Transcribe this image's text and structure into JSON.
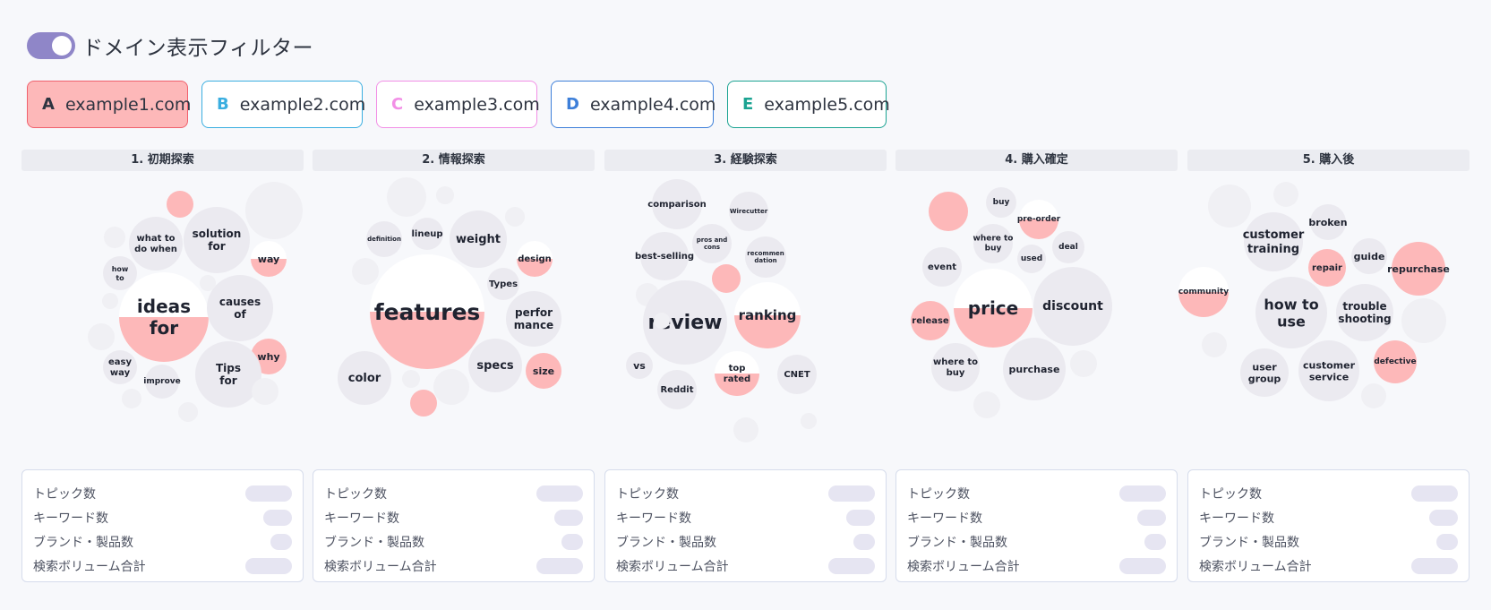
{
  "header": {
    "title": "ドメイン表示フィルター",
    "toggle_on": true
  },
  "domains": [
    {
      "letter": "A",
      "name": "example1.com",
      "color": "#f0616d",
      "bg": "#fdb8b9",
      "selected": true
    },
    {
      "letter": "B",
      "name": "example2.com",
      "color": "#3aaee0",
      "bg": "#ffffff",
      "selected": false
    },
    {
      "letter": "C",
      "name": "example3.com",
      "color": "#f28fe6",
      "bg": "#ffffff",
      "selected": false
    },
    {
      "letter": "D",
      "name": "example4.com",
      "color": "#3d7fd9",
      "bg": "#ffffff",
      "selected": false
    },
    {
      "letter": "E",
      "name": "example5.com",
      "color": "#1ba392",
      "bg": "#ffffff",
      "selected": false
    }
  ],
  "stages": [
    {
      "title": "1. 初期探索",
      "topics": [
        "what to do when",
        "solution for",
        "way",
        "how to",
        "ideas for",
        "causes of",
        "why",
        "easy way",
        "improve",
        "Tips for"
      ],
      "stats": [
        {
          "label": "トピック数"
        },
        {
          "label": "キーワード数"
        },
        {
          "label": "ブランド・製品数"
        },
        {
          "label": "検索ボリューム合計"
        }
      ]
    },
    {
      "title": "2. 情報探索",
      "topics": [
        "definition",
        "lineup",
        "weight",
        "design",
        "Types",
        "features",
        "perfor mance",
        "color",
        "specs",
        "size"
      ],
      "stats": [
        {
          "label": "トピック数"
        },
        {
          "label": "キーワード数"
        },
        {
          "label": "ブランド・製品数"
        },
        {
          "label": "検索ボリューム合計"
        }
      ]
    },
    {
      "title": "3. 経験探索",
      "topics": [
        "comparison",
        "Wirecutter",
        "pros and cons",
        "best-selling",
        "recommen dation",
        "review",
        "ranking",
        "vs",
        "top rated",
        "CNET",
        "Reddit"
      ],
      "stats": [
        {
          "label": "トピック数"
        },
        {
          "label": "キーワード数"
        },
        {
          "label": "ブランド・製品数"
        },
        {
          "label": "検索ボリューム合計"
        }
      ]
    },
    {
      "title": "4. 購入確定",
      "topics": [
        "buy",
        "pre-order",
        "where to buy",
        "deal",
        "event",
        "used",
        "price",
        "discount",
        "release",
        "where to buy",
        "purchase"
      ],
      "stats": [
        {
          "label": "トピック数"
        },
        {
          "label": "キーワード数"
        },
        {
          "label": "ブランド・製品数"
        },
        {
          "label": "検索ボリューム合計"
        }
      ]
    },
    {
      "title": "5. 購入後",
      "topics": [
        "customer training",
        "broken",
        "guide",
        "repair",
        "repurchase",
        "community",
        "how to use",
        "trouble shooting",
        "user group",
        "customer service",
        "defective"
      ],
      "stats": [
        {
          "label": "トピック数"
        },
        {
          "label": "キーワード数"
        },
        {
          "label": "ブランド・製品数"
        },
        {
          "label": "検索ボリューム合計"
        }
      ]
    }
  ],
  "colors": {
    "bubble_gray": "#ebeaf0",
    "bubble_gray_light": "#f0f0f4",
    "highlight": "#fdb8b9",
    "accent": "#8f86c8"
  }
}
